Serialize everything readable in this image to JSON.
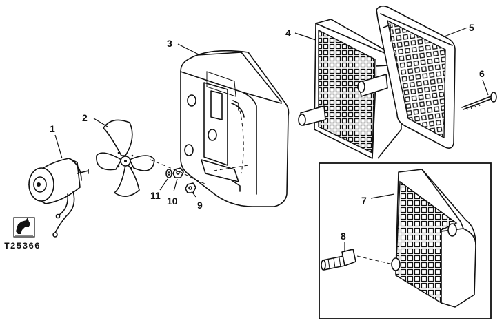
{
  "callouts": {
    "p1": "1",
    "p2": "2",
    "p3": "3",
    "p4": "4",
    "p5": "5",
    "p6": "6",
    "p7": "7",
    "p8": "8",
    "p9": "9",
    "p10": "10",
    "p11": "11"
  },
  "reference_code": "T25366"
}
